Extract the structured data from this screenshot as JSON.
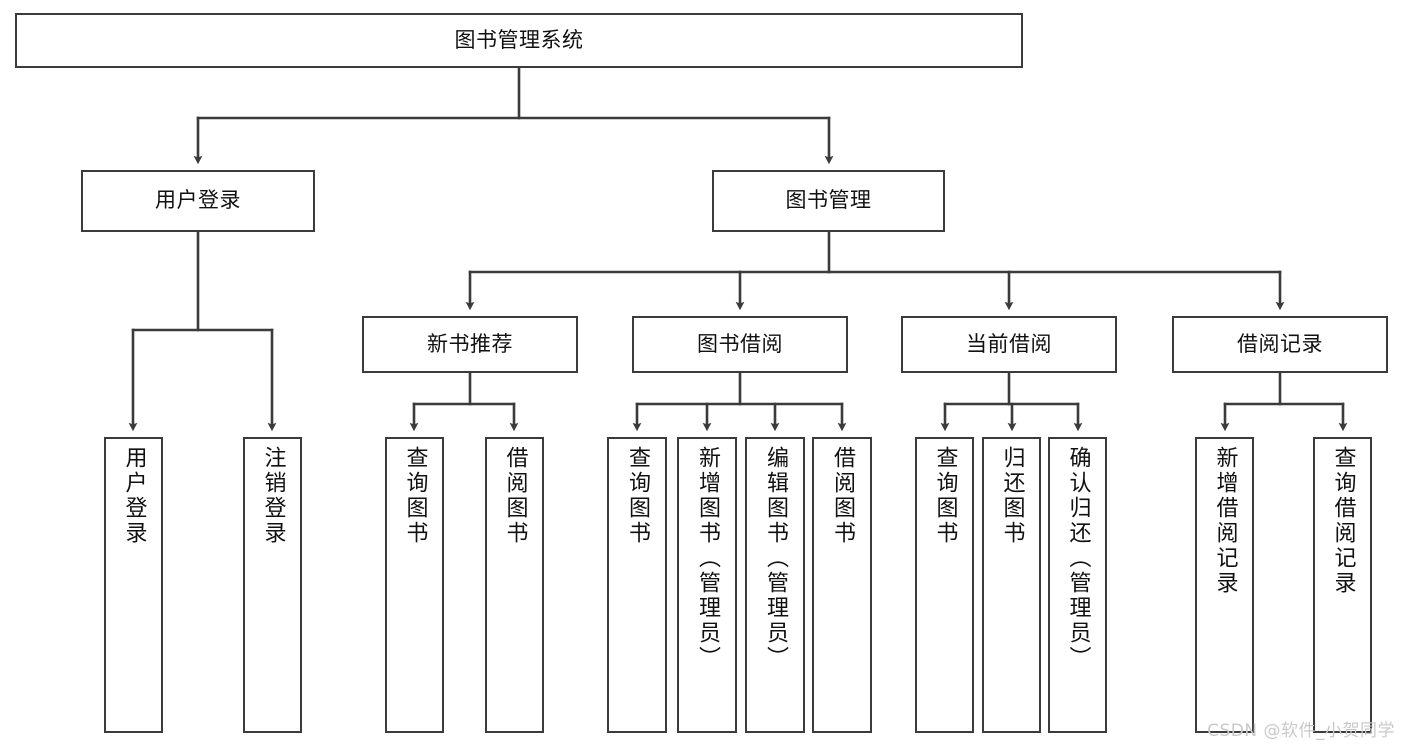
{
  "diagram": {
    "type": "tree-hierarchy",
    "title": "图书管理系统",
    "orientation": "top-down",
    "colors": {
      "box_border": "#3b3b3b",
      "box_fill": "#ffffff",
      "connector": "#3b3b3b",
      "text": "#111111",
      "watermark": "#c9c9c9"
    },
    "nodes": {
      "root": {
        "label": "图书管理系统"
      },
      "level2": [
        {
          "label": "用户登录"
        },
        {
          "label": "图书管理"
        }
      ],
      "level3": [
        {
          "label": "新书推荐"
        },
        {
          "label": "图书借阅"
        },
        {
          "label": "当前借阅"
        },
        {
          "label": "借阅记录"
        }
      ],
      "leaves": {
        "user_login": [
          {
            "label": "用户登录"
          },
          {
            "label": "注销登录"
          }
        ],
        "new_book_recommend": [
          {
            "label": "查询图书"
          },
          {
            "label": "借阅图书"
          }
        ],
        "book_borrow": [
          {
            "label": "查询图书"
          },
          {
            "label": "新增图书（管理员）"
          },
          {
            "label": "编辑图书（管理员）"
          },
          {
            "label": "借阅图书"
          }
        ],
        "current_borrow": [
          {
            "label": "查询图书"
          },
          {
            "label": "归还图书"
          },
          {
            "label": "确认归还（管理员）"
          }
        ],
        "borrow_record": [
          {
            "label": "新增借阅记录"
          },
          {
            "label": "查询借阅记录"
          }
        ]
      }
    }
  },
  "watermark": {
    "text": "CSDN @软件_小贺同学"
  }
}
